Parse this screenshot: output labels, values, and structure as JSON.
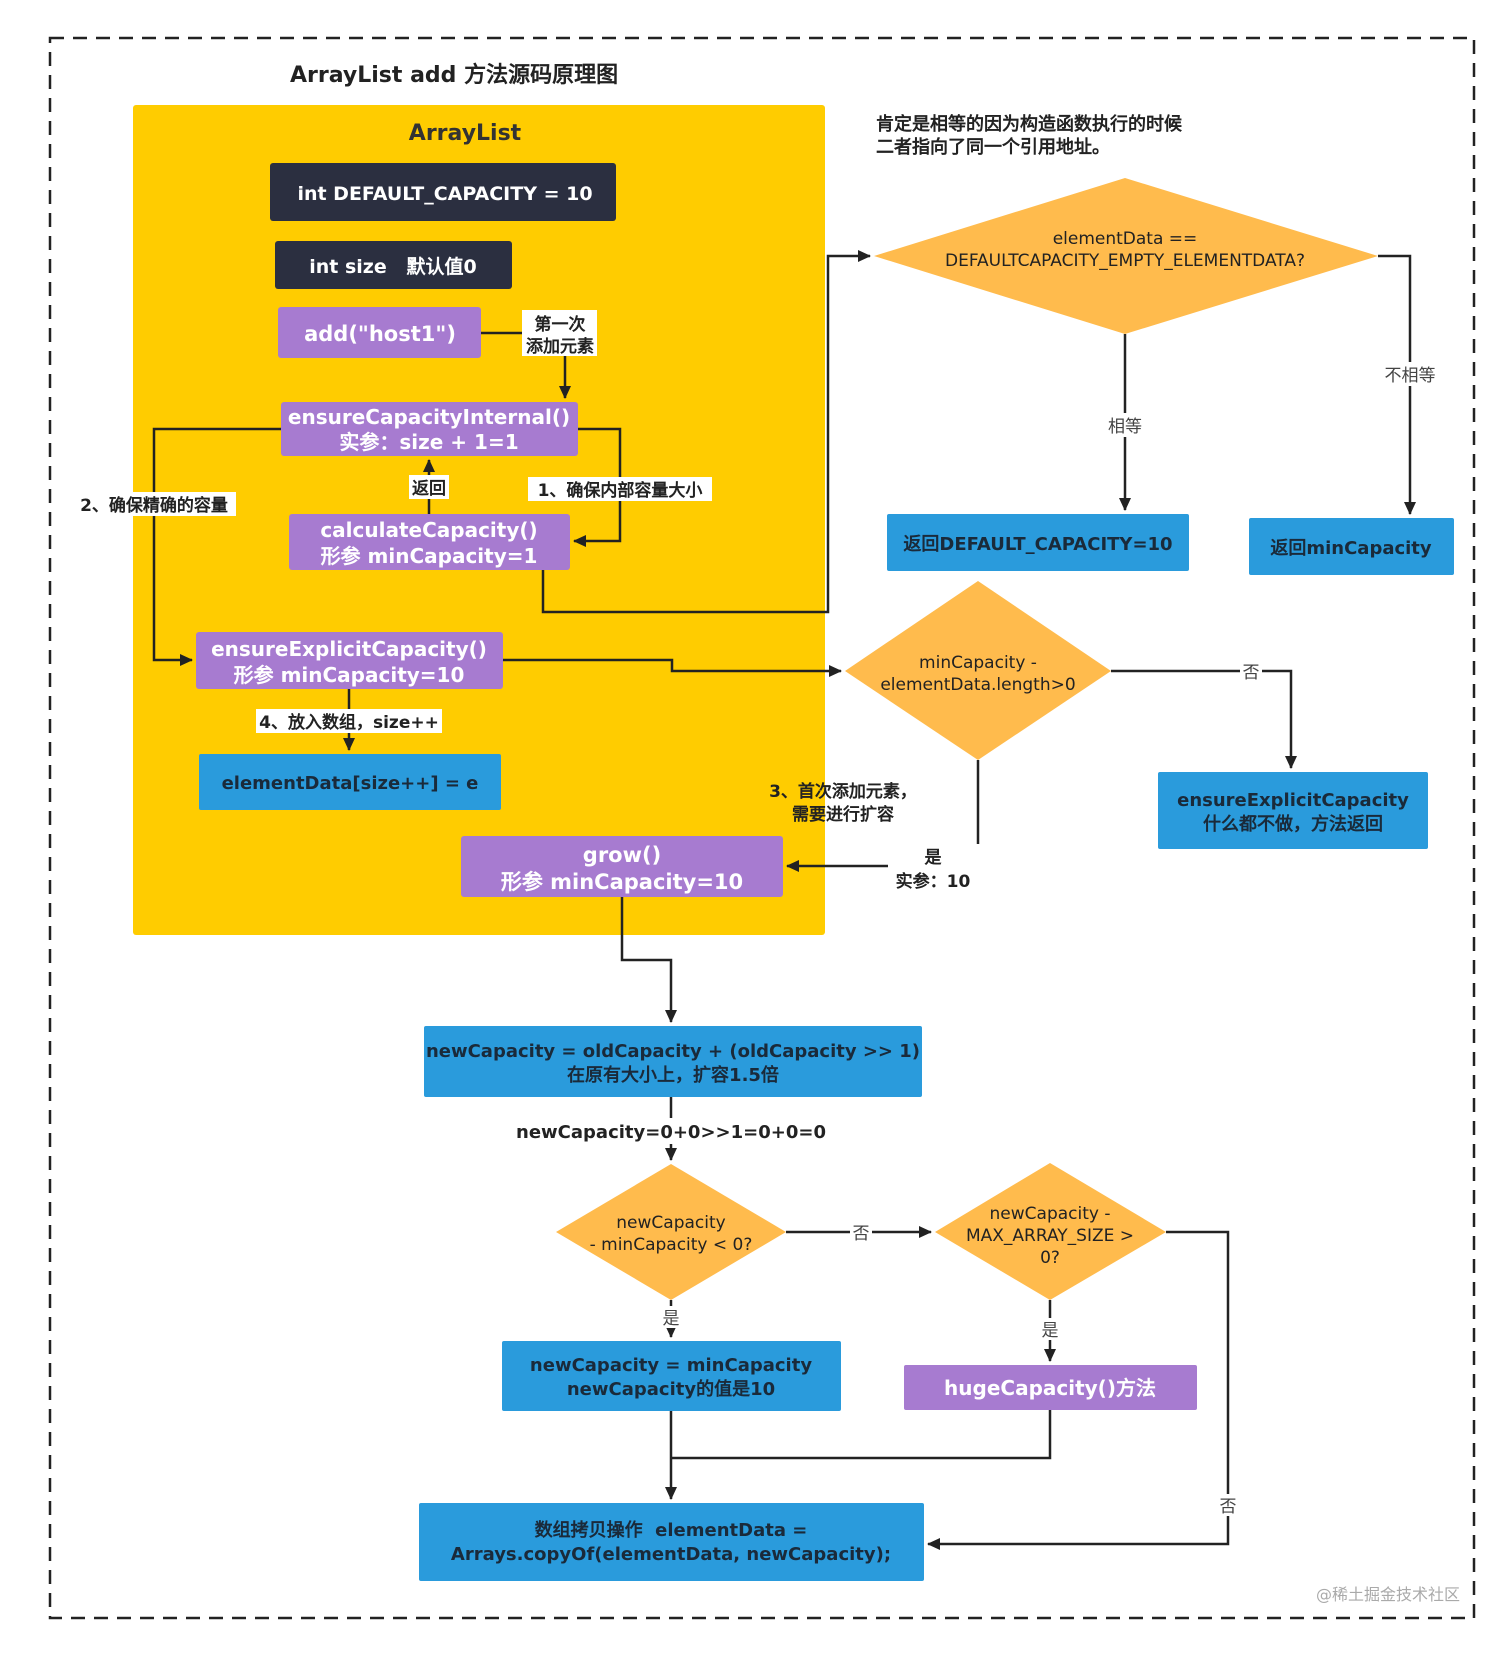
{
  "title": "ArrayList add 方法源码原理图",
  "container": {
    "label": "ArrayList"
  },
  "boxes": {
    "default_capacity": "int DEFAULT_CAPACITY = 10",
    "size": "int size   默认值0",
    "add": "add(\"host1\")",
    "ensure_internal": [
      "ensureCapacityInternal()",
      "实参：size + 1=1"
    ],
    "calculate": [
      "calculateCapacity()",
      "形参 minCapacity=1"
    ],
    "ensure_explicit": [
      "ensureExplicitCapacity()",
      "形参 minCapacity=10"
    ],
    "element_data": "elementData[size++] = e",
    "grow": [
      "grow()",
      "形参 minCapacity=10"
    ],
    "return_default": "返回DEFAULT_CAPACITY=10",
    "return_min": "返回minCapacity",
    "explicit_noop": [
      "ensureExplicitCapacity",
      "什么都不做，方法返回"
    ],
    "new_capacity": [
      "newCapacity = oldCapacity + (oldCapacity >> 1)",
      "在原有大小上，扩容1.5倍"
    ],
    "assign_min": [
      "newCapacity = minCapacity",
      "newCapacity的值是10"
    ],
    "huge": "hugeCapacity()方法",
    "copy": [
      "数组拷贝操作  elementData =",
      "Arrays.copyOf(elementData, newCapacity);"
    ]
  },
  "diamonds": {
    "equals_check": [
      "elementData ==",
      "DEFAULTCAPACITY_EMPTY_ELEMENTDATA?"
    ],
    "min_minus_length": [
      "minCapacity -",
      "elementData.length>0"
    ],
    "new_minus_min": [
      "newCapacity",
      "- minCapacity < 0?"
    ],
    "new_minus_max": [
      "newCapacity -",
      "MAX_ARRAY_SIZE >",
      "0?"
    ]
  },
  "notes": {
    "same_reference": [
      "肯定是相等的因为构造函数执行的时候",
      "二者指向了同一个引用地址。"
    ],
    "first_add": [
      "第一次",
      "添加元素"
    ],
    "return_label": "返回",
    "step1": "1、确保内部容量大小",
    "step2": "2、确保精确的容量",
    "step3": [
      "3、首次添加元素，",
      "需要进行扩容"
    ],
    "step4": "4、放入数组，size++",
    "equal": "相等",
    "not_equal": "不相等",
    "no_1": "否",
    "yes_arg": [
      "是",
      "实参：10"
    ],
    "new_capacity_calc": "newCapacity=0+0>>1=0+0=0",
    "no_2": "否",
    "yes_1": "是",
    "yes_2": "是",
    "no_3": "否"
  },
  "watermark": "@稀土掘金技术社区",
  "colors": {
    "yellow_container": "#FFCC00",
    "dark_box": "#2B2F40",
    "purple_box": "#A77BD0",
    "blue_box": "#2A9BDC",
    "diamond": "#FFBB4D",
    "line": "#222222"
  }
}
